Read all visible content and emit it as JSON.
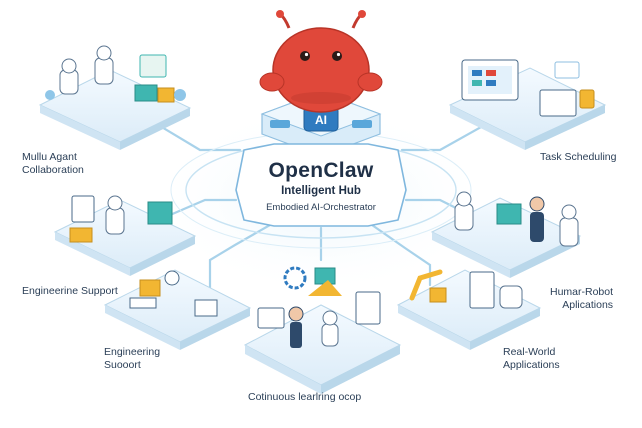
{
  "hub": {
    "title": "OpenClaw",
    "subtitle": "Intelligent Hub",
    "tagline": "Embodied AI-Orchestrator",
    "badge": "AI"
  },
  "modules": {
    "multi_agent": {
      "line1": "Mullu Agant",
      "line2": "Collaboration"
    },
    "task_scheduling": {
      "line1": "Task Scheduling"
    },
    "engineering_support_1": {
      "line1": "Engineerine Support"
    },
    "human_robot": {
      "line1": "Humar-Robot",
      "line2": "Aplications"
    },
    "engineering_support_2": {
      "line1": "Engineering",
      "line2": "Suooort"
    },
    "real_world": {
      "line1": "Real-World",
      "line2": "Applications"
    },
    "continuous_learning": {
      "line1": "Cotinuous learlring ocop"
    }
  },
  "colors": {
    "mascot": "#e0483a",
    "platform": "#eaf4fb",
    "platform_edge": "#b9d7ea",
    "connector": "#a8d2ea",
    "text": "#2b3f57",
    "accent_blue": "#2f7bc0",
    "accent_teal": "#3fb6b0",
    "accent_yellow": "#f2b632"
  }
}
